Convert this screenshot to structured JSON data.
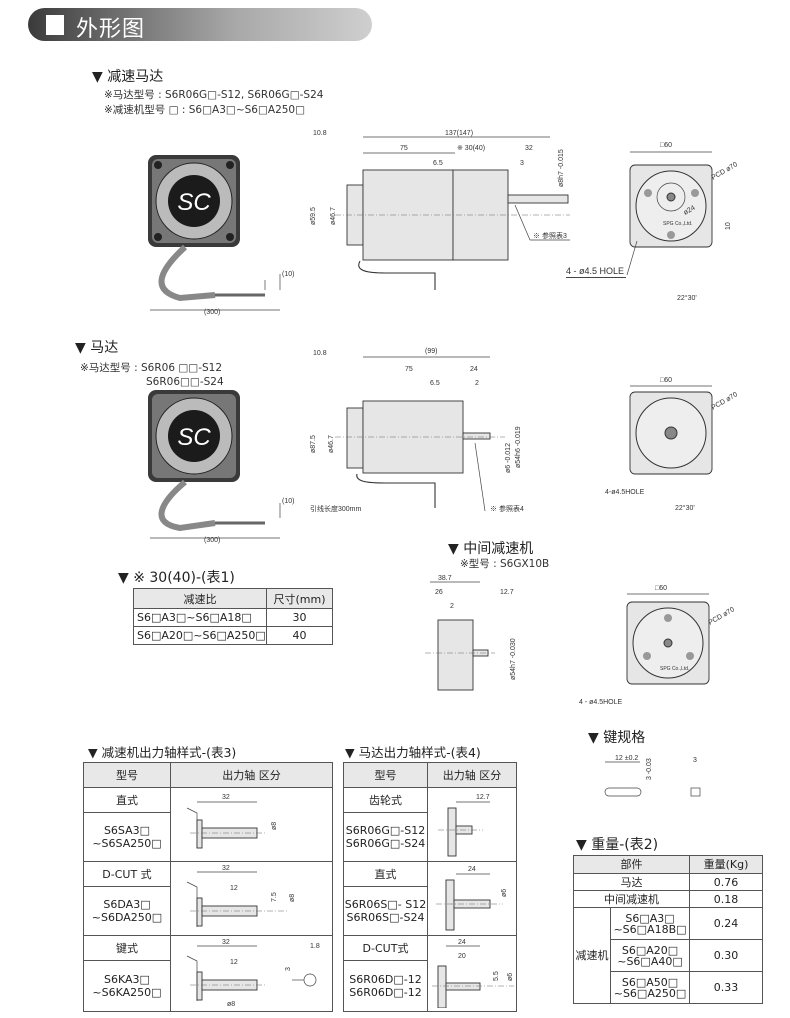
{
  "header": {
    "title": "外形图"
  },
  "geared_motor": {
    "heading": "减速马达",
    "notes": [
      "※马达型号 : S6R06G□-S12, S6R06G□-S24",
      "※减速机型号 □ : S6□A3□~S6□A250□"
    ],
    "photo": {
      "logo": "SC",
      "lead_dims": [
        "(10)",
        "(300)"
      ]
    },
    "side_dims": [
      "10.8",
      "137(147)",
      "75",
      "※ 30(40)",
      "32",
      "6.5",
      "3",
      "ø59.5",
      "ø46.7",
      "ø8h7 -0.015",
      "※ 参照表3",
      "4 - ø4.5 HOLE"
    ],
    "front_dims": [
      "□60",
      "PCD ø70",
      "ø24",
      "10",
      "22°30'",
      "SPG Co.,Ltd."
    ]
  },
  "motor": {
    "heading": "马达",
    "notes": [
      "※马达型号  : S6R06 □□-S12",
      "S6R06□□-S24"
    ],
    "photo": {
      "logo": "SC",
      "lead_dims": [
        "(10)",
        "(300)"
      ]
    },
    "side_dims": [
      "10.8",
      "(99)",
      "75",
      "24",
      "6.5",
      "2",
      "ø87.5",
      "ø46.7",
      "ø6 -0.012",
      "ø54h6 -0.019",
      "引线长度300mm",
      "※ 参照表4"
    ],
    "front_dims": [
      "□60",
      "PCD ø70",
      "4-ø4.5HOLE",
      "22°30'"
    ]
  },
  "intermediate": {
    "heading": "中间减速机",
    "note": "※型号 : S6GX10B",
    "side_dims": [
      "38.7",
      "26",
      "12.7",
      "2",
      "ø54h7 -0.030"
    ],
    "front_dims": [
      "□60",
      "PCD ø70",
      "4 - ø4.5HOLE",
      "SPG Co.,Ltd."
    ]
  },
  "table1": {
    "heading": "※ 30(40)-(表1)",
    "headers": [
      "减速比",
      "尺寸(mm)"
    ],
    "rows": [
      [
        "S6□A3□~S6□A18□",
        "30"
      ],
      [
        "S6□A20□~S6□A250□",
        "40"
      ]
    ]
  },
  "table3": {
    "heading": "减速机出力轴样式-(表3)",
    "headers": [
      "型号",
      "出力轴 区分"
    ],
    "rows": [
      {
        "type": "直式",
        "model": [
          "S6SA3□",
          "~S6SA250□"
        ],
        "dims": [
          "32",
          "ø8"
        ]
      },
      {
        "type": "D-CUT 式",
        "model": [
          "S6DA3□",
          "~S6DA250□"
        ],
        "dims": [
          "32",
          "12",
          "7.5",
          "ø8"
        ]
      },
      {
        "type": "键式",
        "model": [
          "S6KA3□",
          "~S6KA250□"
        ],
        "dims": [
          "32",
          "12",
          "ø8",
          "3",
          "1.8"
        ]
      }
    ]
  },
  "table4": {
    "heading": "马达出力轴样式-(表4)",
    "headers": [
      "型号",
      "出力轴 区分"
    ],
    "rows": [
      {
        "type": "齿轮式",
        "model": [
          "S6R06G□-S12",
          "S6R06G□-S24"
        ],
        "dims": [
          "12.7"
        ]
      },
      {
        "type": "直式",
        "model": [
          "S6R06S□- S12",
          "S6R06S□-S24"
        ],
        "dims": [
          "24",
          "ø6"
        ]
      },
      {
        "type": "D-CUT式",
        "model": [
          "S6R06D□-12",
          "S6R06D□-12"
        ],
        "dims": [
          "24",
          "20",
          "5.5",
          "ø6"
        ]
      }
    ]
  },
  "key_spec": {
    "heading": "键规格",
    "dims": [
      "12 ±0.2",
      "3",
      "3 -0.03"
    ]
  },
  "table2": {
    "heading": "重量-(表2)",
    "headers": [
      "部件",
      "重量(Kg)"
    ],
    "rows": [
      {
        "part": "马达",
        "weight": "0.76"
      },
      {
        "part": "中间减速机",
        "weight": "0.18"
      }
    ],
    "group_label": "减速机",
    "group_rows": [
      {
        "model": [
          "S6□A3□",
          "~S6□A18B□"
        ],
        "weight": "0.24"
      },
      {
        "model": [
          "S6□A20□",
          "~S6□A40□"
        ],
        "weight": "0.30"
      },
      {
        "model": [
          "S6□A50□",
          "~S6□A250□"
        ],
        "weight": "0.33"
      }
    ]
  }
}
